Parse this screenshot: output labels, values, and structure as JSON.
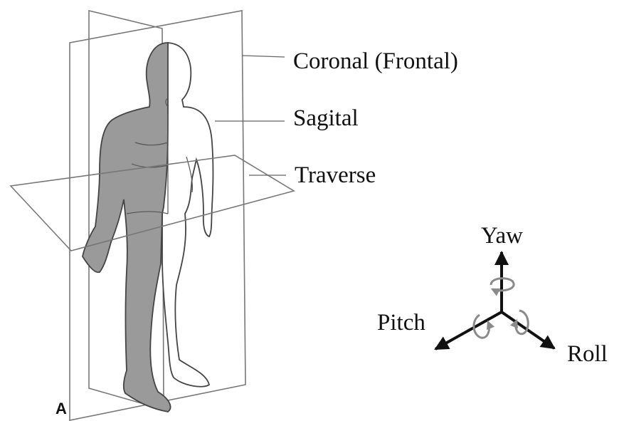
{
  "figure": {
    "panel_letter": "A",
    "planes": {
      "coronal": "Coronal (Frontal)",
      "sagital": "Sagital",
      "traverse": "Traverse"
    },
    "axes": {
      "yaw": "Yaw",
      "pitch": "Pitch",
      "roll": "Roll"
    }
  },
  "colors": {
    "shaded_half": "#9a9a9a",
    "outline": "#444444",
    "plane_edge": "#777777",
    "arrow": "#111111",
    "rotation_arrow": "#8a8a8a"
  },
  "icons": {
    "human_figure": "standing-human-anatomical-figure",
    "rotation": "curved-rotation-arrow"
  }
}
